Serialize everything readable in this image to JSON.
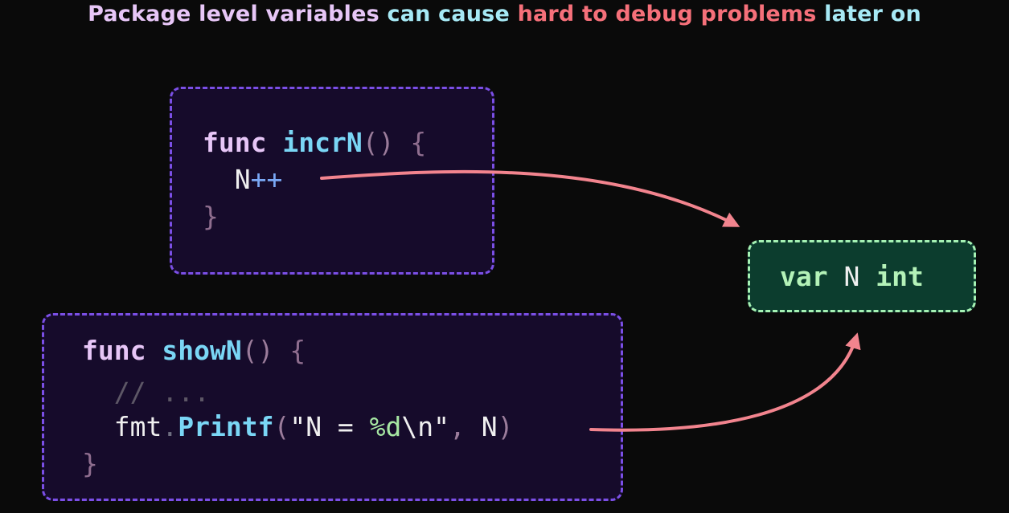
{
  "title": {
    "part1": "Package level variables",
    "part2": "can cause",
    "part3": "hard to debug problems",
    "part4": "later on"
  },
  "incr_block": {
    "kw_func": "func",
    "name": "incrN",
    "parens": "()",
    "open_brace": "{",
    "var_n": "N",
    "increment_op": "++",
    "close_brace": "}"
  },
  "show_block": {
    "kw_func": "func",
    "name": "showN",
    "parens": "()",
    "open_brace": "{",
    "comment": "// ...",
    "pkg": "fmt",
    "dot": ".",
    "call": "Printf",
    "open_paren": "(",
    "str_start": "\"N = ",
    "fmt_verb": "%d",
    "str_end": "\\n\"",
    "comma": ",",
    "arg": "N",
    "close_paren": ")",
    "close_brace": "}"
  },
  "var_block": {
    "kw_var": "var",
    "name": "N",
    "type": "int"
  },
  "colors": {
    "title_purple": "#e7c6f7",
    "title_cyan": "#a6e9f5",
    "title_red": "#f6707a",
    "box_border_purple": "#7b4fe6",
    "box_border_green": "#a5f2b4",
    "arrow": "#f2848e"
  }
}
